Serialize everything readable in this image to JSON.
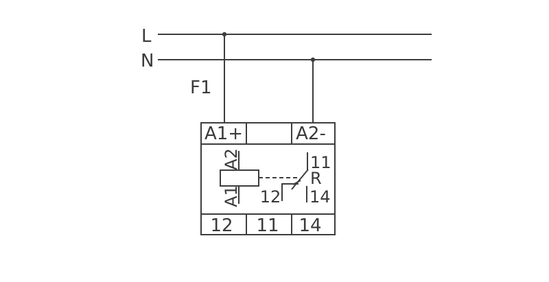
{
  "colors": {
    "line": "#3d3d3d",
    "text": "#3a3a3a",
    "background": "#ffffff"
  },
  "power_lines": {
    "phase_label": "L",
    "neutral_label": "N"
  },
  "fuse": {
    "label": "F1"
  },
  "relay": {
    "top_terminals": {
      "coil_plus": "A1+",
      "middle": "",
      "coil_minus": "A2-"
    },
    "bottom_terminals": {
      "nc": "12",
      "common": "11",
      "no": "14"
    },
    "coil": {
      "top_label": "A2",
      "bottom_label": "A1"
    },
    "contact": {
      "common_label": "11",
      "relay_label": "R",
      "nc_label": "12",
      "no_label": "14"
    }
  }
}
